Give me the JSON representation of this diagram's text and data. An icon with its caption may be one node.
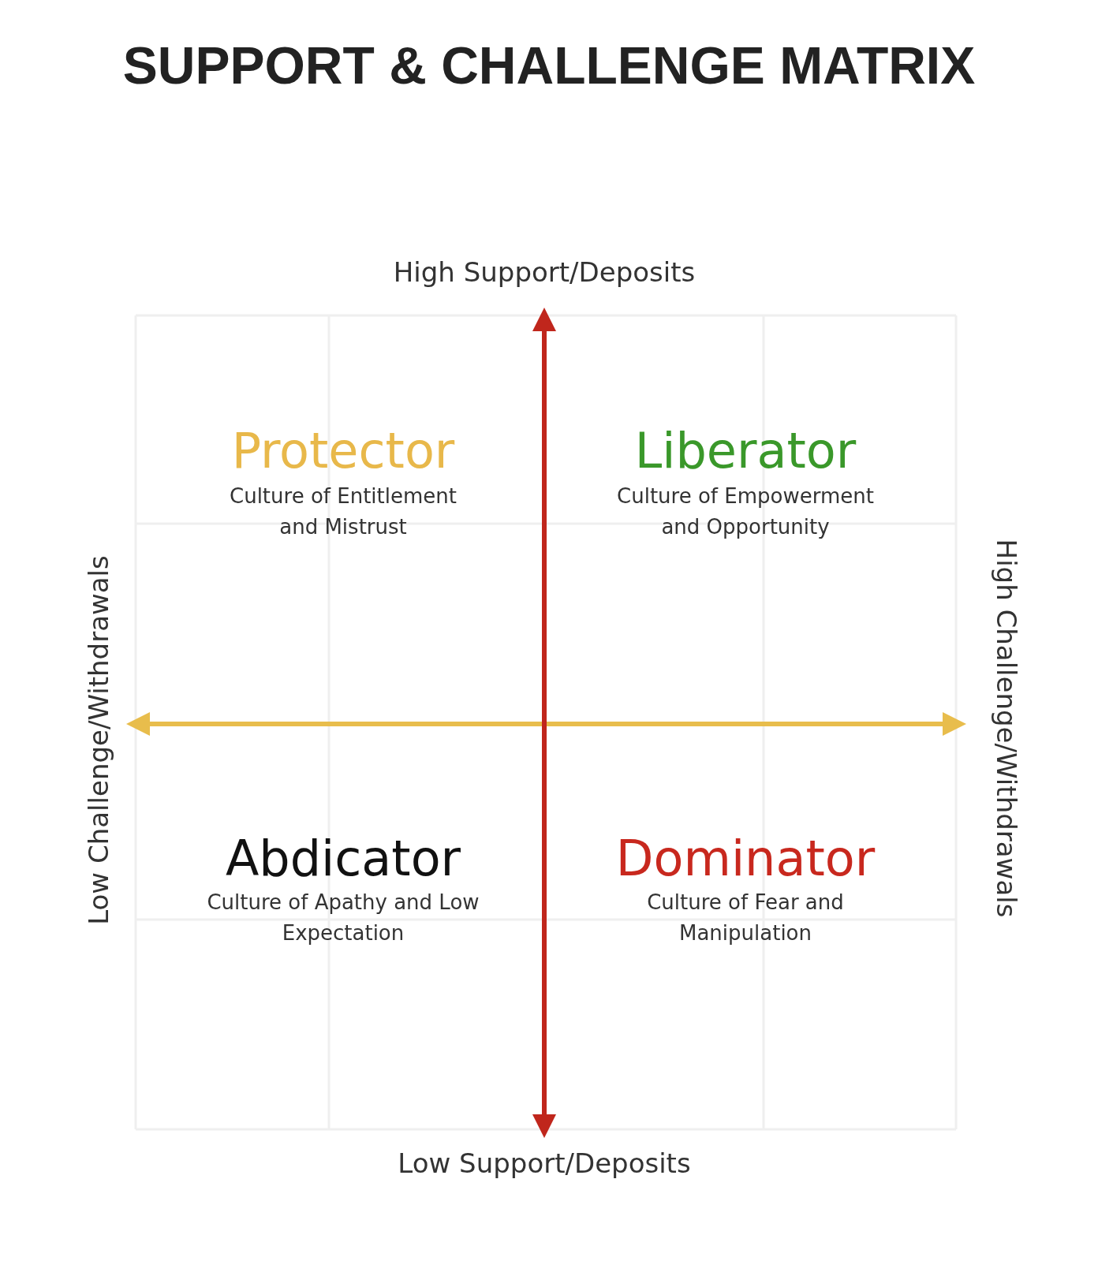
{
  "diagram": {
    "title": "SUPPORT & CHALLENGE MATRIX",
    "labels": [
      "High Support/Deposits",
      "Protector",
      "Culture of Entitlement and Mistrust",
      "Liberator",
      "Culture of Empowerment and Opportunity",
      "Low Challenge/Withdrawals",
      "High Challenge/Withdrawals",
      "Abdicator",
      "Culture of Apathy and Low Expectation",
      "Dominator",
      "Culture of Fear and Manipulation",
      "Low Support/Deposits"
    ]
  }
}
